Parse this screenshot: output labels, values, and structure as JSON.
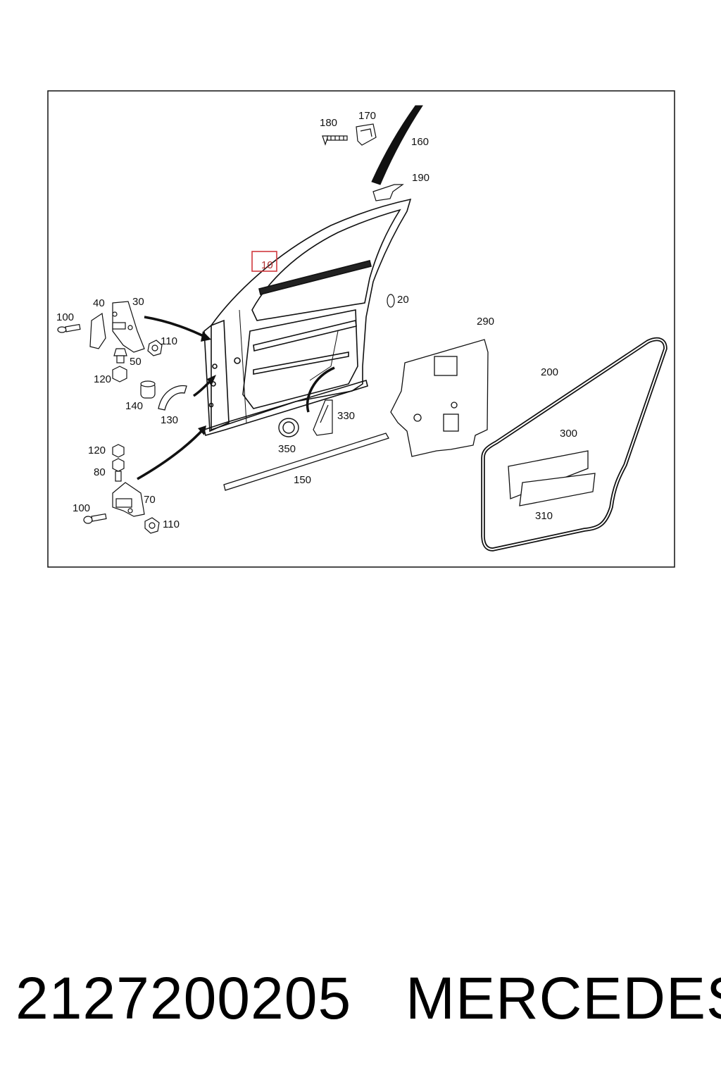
{
  "diagram": {
    "callouts": {
      "c10": "10",
      "c20": "20",
      "c30": "30",
      "c40": "40",
      "c50": "50",
      "c70": "70",
      "c80": "80",
      "c100a": "100",
      "c100b": "100",
      "c110a": "110",
      "c110b": "110",
      "c120a": "120",
      "c120b": "120",
      "c130": "130",
      "c140": "140",
      "c150": "150",
      "c160": "160",
      "c170": "170",
      "c180": "180",
      "c190": "190",
      "c200": "200",
      "c290": "290",
      "c300": "300",
      "c310": "310",
      "c330": "330",
      "c350": "350"
    },
    "highlighted_callout": "10",
    "highlight_color": "#d0393e"
  },
  "caption": {
    "part_number": "2127200205",
    "brand": "MERCEDES"
  }
}
